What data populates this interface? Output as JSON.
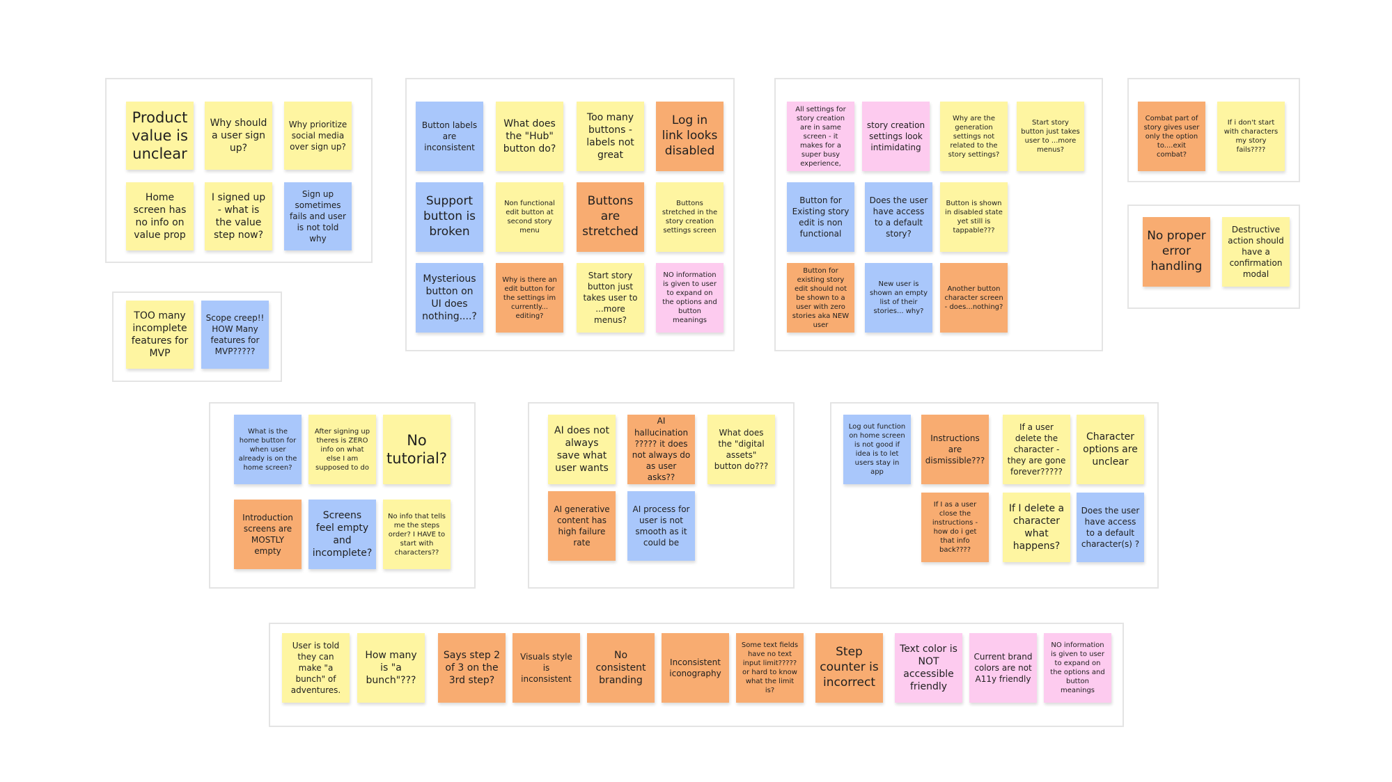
{
  "colors": {
    "yellow": "#fef5a1",
    "blue": "#a9c7fb",
    "orange": "#f8ac71",
    "pink": "#fdcbef",
    "frame_border": "#e4e4e4"
  },
  "notes": {
    "g1_1": "Product value is unclear",
    "g1_2": "Why should a user sign up?",
    "g1_3": "Why prioritize social media over sign up?",
    "g1_4": "Home screen has no info on value prop",
    "g1_5": "I signed up - what is the value step now?",
    "g1_6": "Sign up sometimes fails and user is not told why",
    "g2_1": "TOO many incomplete features for MVP",
    "g2_2": "Scope creep!! HOW Many features for MVP?????",
    "g3_1": "Button labels are inconsistent",
    "g3_2": "What does the \"Hub\" button do?",
    "g3_3": "Too many buttons - labels not great",
    "g3_4": "Log in link looks disabled",
    "g3_5": "Support button is broken",
    "g3_6": "Non functional edit button at second story menu",
    "g3_7": "Buttons are stretched",
    "g3_8": "Buttons stretched in the story creation settings screen",
    "g3_9": "Mysterious button on UI does nothing....?",
    "g3_10": "Why is there an edit button for the settings im currently... editing?",
    "g3_11": "Start story button just takes user to ...more menus?",
    "g3_12": "NO information is given to user to expand on the options and button meanings",
    "g4_1": "All settings for story creation are in same screen - it makes for a super busy experience,",
    "g4_2": "story creation settings look intimidating",
    "g4_3": "Why are the generation settings not related to the story settings?",
    "g4_4": "Start story button just takes user to ...more menus?",
    "g4_5": "Button for Existing story edit is non functional",
    "g4_6": "Does the user have access to a default story?",
    "g4_7": "Button is shown in disabled state yet still is tappable???",
    "g4_8": "Button for existing story edit should not be shown to a user with zero stories aka NEW user",
    "g4_9": "New user is shown an empty list of their stories... why?",
    "g4_10": "Another button character screen - does...nothing?",
    "g5_1": "Combat part of story gives user only the option to....exit combat?",
    "g5_2": "If i don't start with characters my story fails????",
    "g6_1": "No proper error handling",
    "g6_2": "Destructive action should have a confirmation modal",
    "g7_1": "What is the home button for when user already is on the home screen?",
    "g7_2": "After signing up theres is ZERO info on what else I am supposed to do",
    "g7_3": "No tutorial?",
    "g7_4": "Introduction screens are MOSTLY empty",
    "g7_5": "Screens feel empty and incomplete?",
    "g7_6": "No info that tells me the steps order? I HAVE to start with characters??",
    "g8_1": "AI does not always save what user wants",
    "g8_2": "AI hallucination ????? it does not always do as user asks??",
    "g8_3": "What does the \"digital assets\" button do???",
    "g8_4": "AI generative content has high failure rate",
    "g8_5": "AI process for user is not smooth as it could be",
    "g9_1": "Log out function on home screen is not good if idea is to let users stay in app",
    "g9_2": "Instructions are dismissible???",
    "g9_3": "If a user delete the character - they are gone forever?????",
    "g9_4": "Character options are unclear",
    "g9_5": "If I as a user close the instructions - how do i get that info back????",
    "g9_6": "If I delete a character what happens?",
    "g9_7": "Does the user have access to a default character(s) ?",
    "g10_1": "User is told they can make \"a bunch\" of adventures.",
    "g10_2": "How many is \"a bunch\"???",
    "g10_3": "Says step 2 of 3 on the 3rd step?",
    "g10_4": "Visuals style is inconsistent",
    "g10_5": "No consistent branding",
    "g10_6": "Inconsistent iconography",
    "g10_7": "Some text fields have no text input limit????? or hard to know what the limit is?",
    "g10_8": "Step counter is incorrect",
    "g10_9": "Text color is NOT accessible friendly",
    "g10_10": "Current brand colors are not A11y friendly",
    "g10_11": "NO information is given to user to expand on the options and button meanings"
  }
}
